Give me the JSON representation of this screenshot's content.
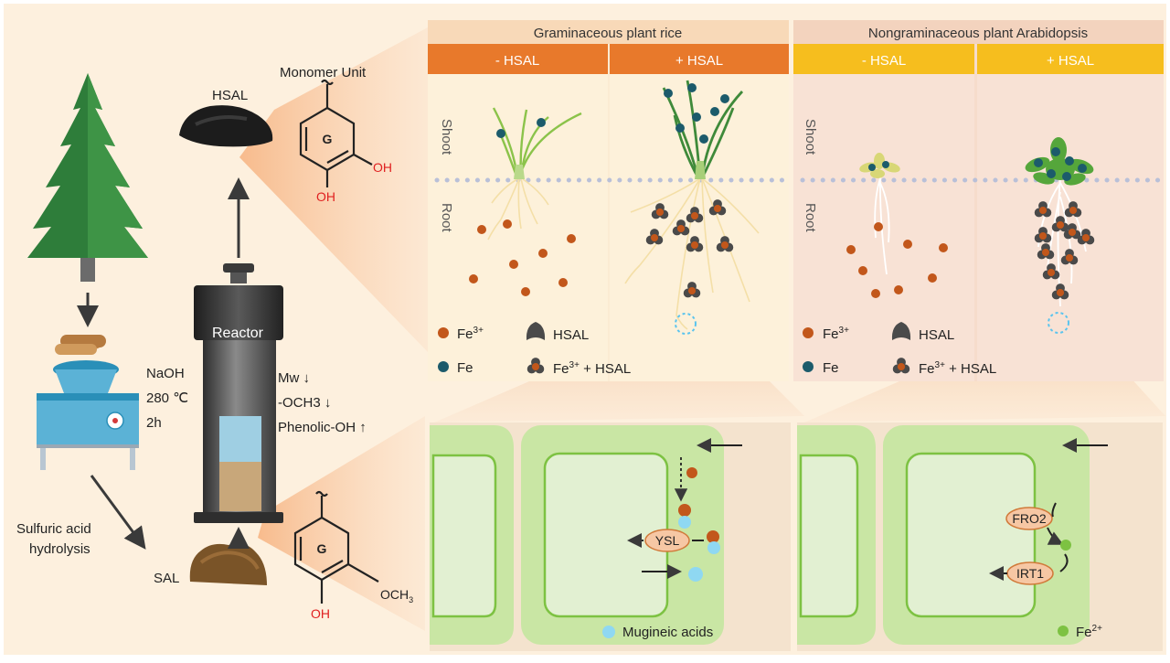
{
  "panels": {
    "rice_title": "Graminaceous plant rice",
    "arab_title": "Nongraminaceous plant Arabidopsis",
    "minus_hsal": "- HSAL",
    "plus_hsal": "+ HSAL",
    "shoot": "Shoot",
    "root": "Root"
  },
  "legend": {
    "fe3": "Fe",
    "fe3_sup": "3+",
    "fe": "Fe",
    "hsal": "HSAL",
    "fe3_hsal_pre": "Fe",
    "fe3_hsal_sup": "3+",
    "fe3_hsal_post": " + HSAL"
  },
  "left": {
    "hsal_label": "HSAL",
    "monomer_unit": "Monomer Unit",
    "g_label": "G",
    "oh": "OH",
    "och3": "OCH",
    "och3_sub": "3",
    "reactor": "Reactor",
    "naoh": "NaOH",
    "temp": "280 ℃",
    "time": "2h",
    "mw": "Mw ↓",
    "och3_change": "-OCH3 ↓",
    "phenolic": "Phenolic-OH ↑",
    "sulfuric_1": "Sulfuric acid",
    "sulfuric_2": "hydrolysis",
    "sal_label": "SAL"
  },
  "cells": {
    "ysl": "YSL",
    "fro2": "FRO2",
    "irt1": "IRT1",
    "mugineic": "Mugineic acids",
    "fe2": "Fe",
    "fe2_sup": "2+"
  },
  "colors": {
    "background": "#FDF0DE",
    "rice_header": "#E8792B",
    "arab_header": "#F6BE1E",
    "fe3_dot": "#C2571B",
    "fe_dot": "#1C5B6B",
    "hsal_shape": "#4A4A4A",
    "mugineic": "#8FD8F2",
    "fe2_dot": "#7DC242",
    "cell_green": "#C9E6A4",
    "cell_border": "#7DC242",
    "transporter": "#F6C7A4"
  }
}
